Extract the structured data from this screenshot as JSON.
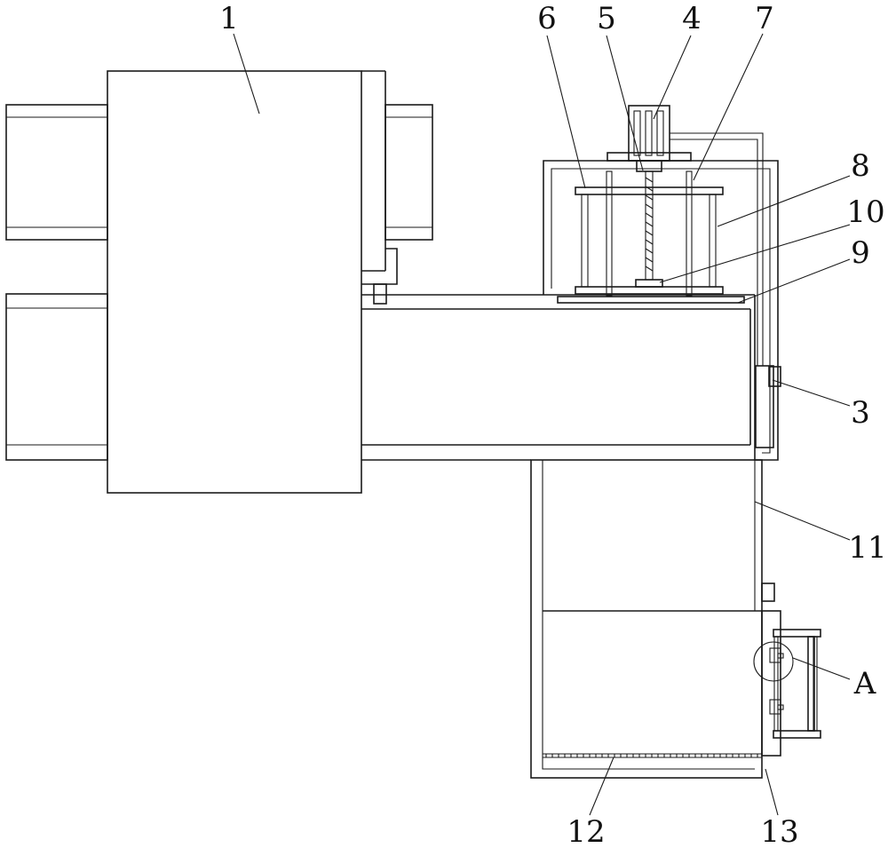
{
  "labels": {
    "n1": "1",
    "n2": "6",
    "n3": "5",
    "n4": "4",
    "n5": "7",
    "n6": "8",
    "n7": "10",
    "n8": "9",
    "n9": "3",
    "n10": "11",
    "n11": "A",
    "n12": "12",
    "n13": "13"
  },
  "colors": {
    "line": "#1a1a1a",
    "background": "#ffffff"
  }
}
